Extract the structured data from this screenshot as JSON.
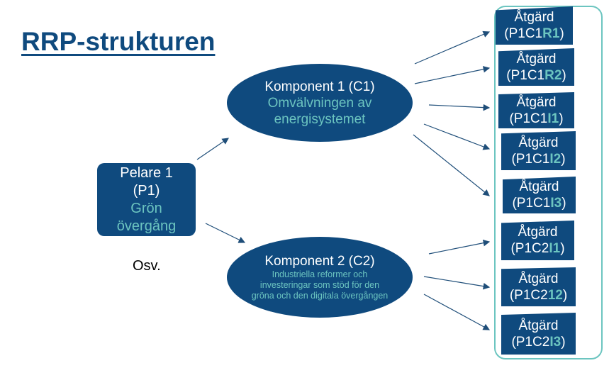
{
  "title": "RRP-strukturen",
  "pillar": {
    "line1": "Pelare 1",
    "line2": "(P1)",
    "line3": "Grön",
    "line4": "övergång"
  },
  "component1": {
    "title": "Komponent 1 (C1)",
    "desc1": "Omvälvningen av",
    "desc2": "energisystemet"
  },
  "component2": {
    "title": "Komponent 2 (C2)",
    "desc": "Industriella reformer och investeringar som stöd för den gröna och den digitala övergången"
  },
  "etc": "Osv.",
  "measures": [
    {
      "title": "Åtgärd",
      "prefix": "(P1C1",
      "code": "R1",
      "suffix": ")"
    },
    {
      "title": "Åtgärd",
      "prefix": "(P1C1",
      "code": "R2",
      "suffix": ")"
    },
    {
      "title": "Åtgärd",
      "prefix": "(P1C1",
      "code": "I1",
      "suffix": ")"
    },
    {
      "title": "Åtgärd",
      "prefix": "(P1C1",
      "code": "I2",
      "suffix": ")"
    },
    {
      "title": "Åtgärd",
      "prefix": "(P1C1",
      "code": "I3",
      "suffix": ")"
    },
    {
      "title": "Åtgärd",
      "prefix": "(P1C2",
      "code": "I1",
      "suffix": ")"
    },
    {
      "title": "Åtgärd",
      "prefix": "(P1C2",
      "code": "12",
      "suffix": ")"
    },
    {
      "title": "Åtgärd",
      "prefix": "(P1C2",
      "code": "I3",
      "suffix": ")"
    }
  ],
  "colors": {
    "navy": "#0f4a7e",
    "teal": "#6cc5c0",
    "arrow": "#1f4e79"
  }
}
